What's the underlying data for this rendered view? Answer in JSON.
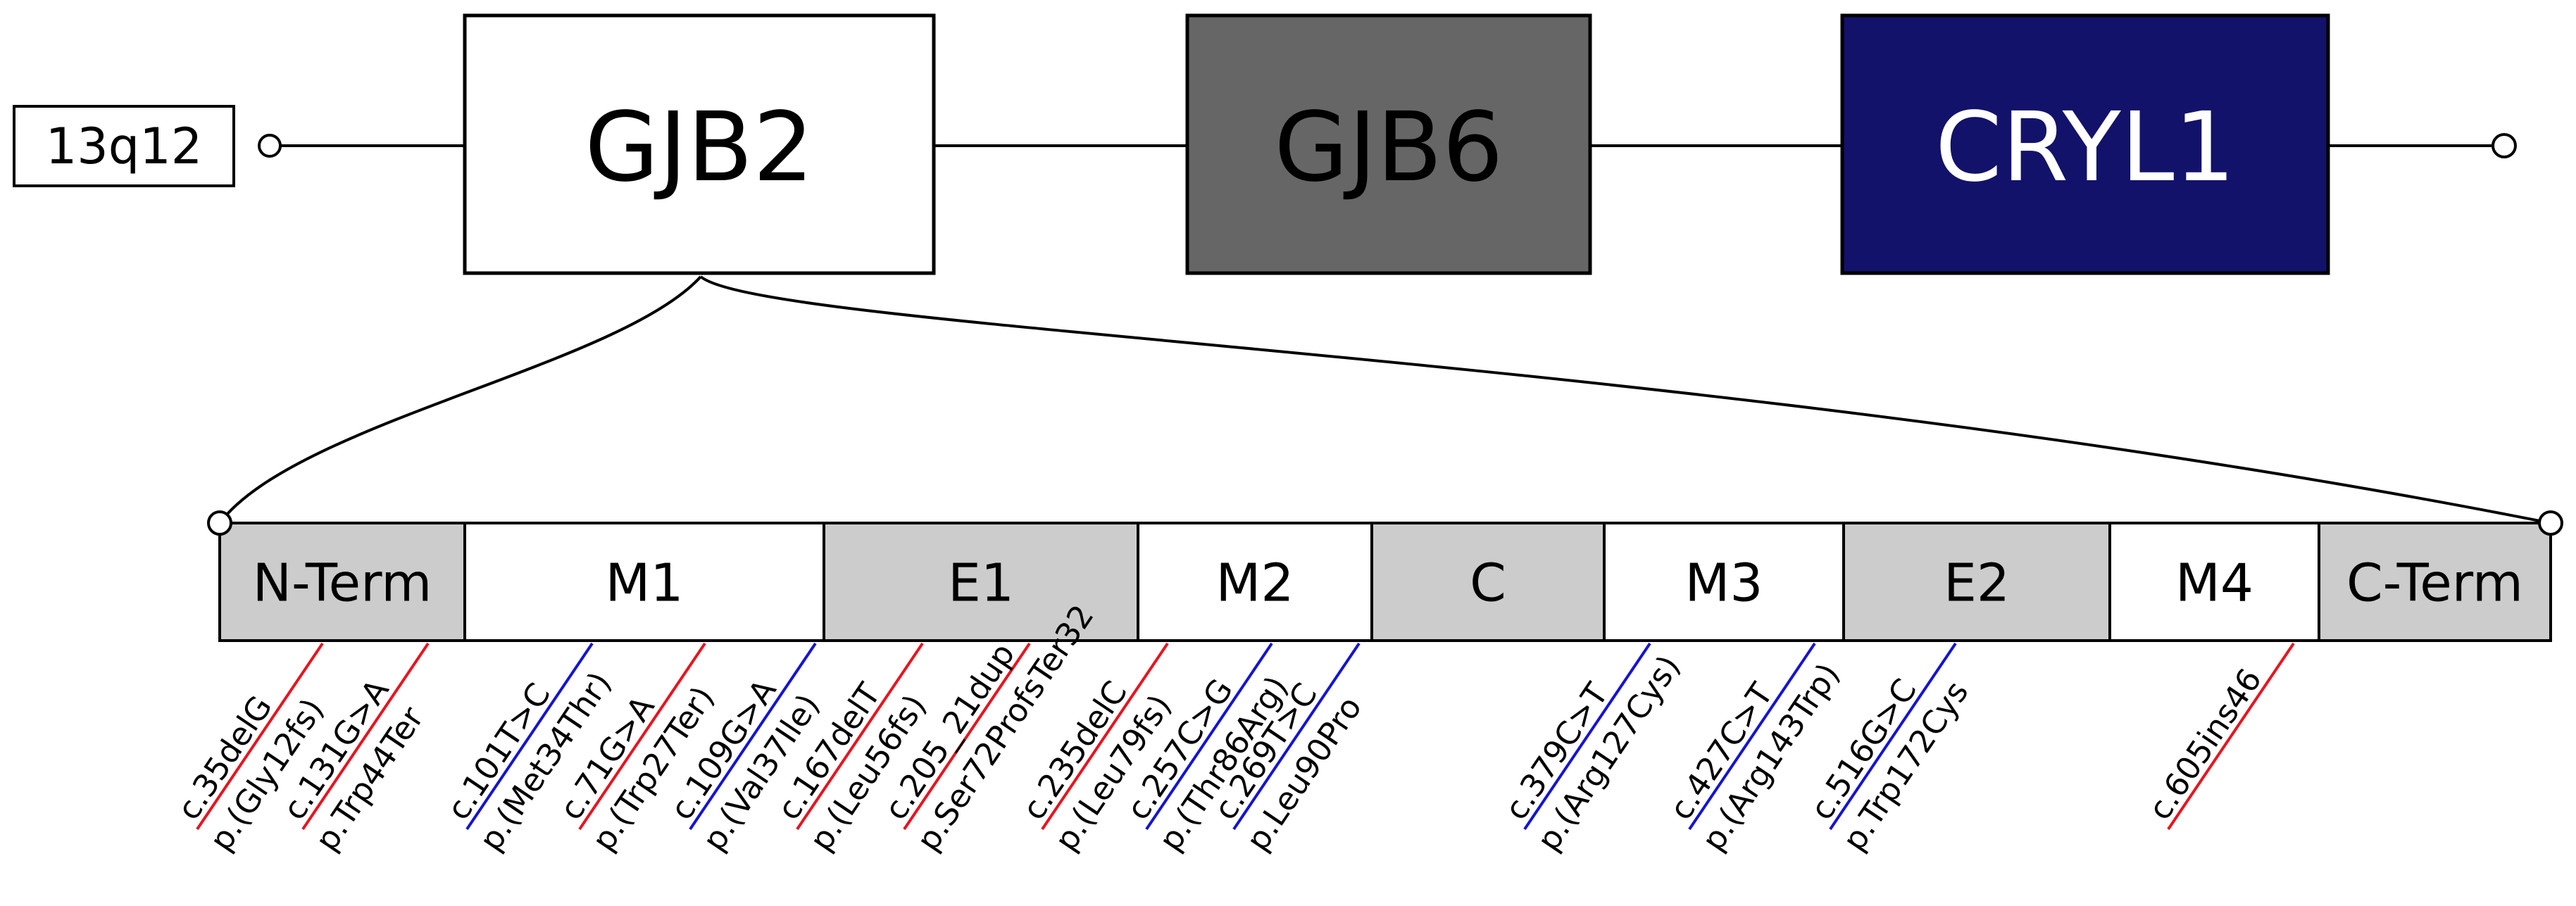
{
  "chromosome": {
    "locus": "13q12"
  },
  "genes": [
    {
      "name": "GJB2",
      "fill": "#ffffff",
      "text_color": "#000000"
    },
    {
      "name": "GJB6",
      "fill": "#666666",
      "text_color": "#000000"
    },
    {
      "name": "CRYL1",
      "fill": "#12126b",
      "text_color": "#ffffff"
    }
  ],
  "protein_domains": [
    {
      "name": "N-Term",
      "shaded": true
    },
    {
      "name": "M1",
      "shaded": false
    },
    {
      "name": "E1",
      "shaded": true
    },
    {
      "name": "M2",
      "shaded": false
    },
    {
      "name": "C",
      "shaded": true
    },
    {
      "name": "M3",
      "shaded": false
    },
    {
      "name": "E2",
      "shaded": true
    },
    {
      "name": "M4",
      "shaded": false
    },
    {
      "name": "C-Term",
      "shaded": true
    }
  ],
  "mutation_colors": {
    "red": "#e8141e",
    "blue": "#1414d2"
  },
  "mutations": [
    {
      "color": "red",
      "lines": [
        "c.35delG",
        "p.(Gly12fs)"
      ]
    },
    {
      "color": "red",
      "lines": [
        "c.131G>A",
        "p.Trp44Ter"
      ]
    },
    {
      "color": "blue",
      "lines": [
        "c.101T>C",
        "p.(Met34Thr)"
      ]
    },
    {
      "color": "red",
      "lines": [
        "c.71G>A",
        "p.(Trp27Ter)"
      ]
    },
    {
      "color": "blue",
      "lines": [
        "c.109G>A",
        "p.(Val37Ile)"
      ]
    },
    {
      "color": "red",
      "lines": [
        "c.167delT",
        "p.(Leu56fs)"
      ]
    },
    {
      "color": "red",
      "lines": [
        "c.205_21dup",
        "p.Ser72ProfsTer32"
      ]
    },
    {
      "color": "red",
      "lines": [
        "c.235delC",
        "p.(Leu79fs)"
      ]
    },
    {
      "color": "blue",
      "lines": [
        "c.257C>G",
        "p.(Thr86Arg)"
      ]
    },
    {
      "color": "blue",
      "lines": [
        "c.269T>C",
        "p.Leu90Pro"
      ]
    },
    {
      "color": "blue",
      "lines": [
        "c.379C>T",
        "p.(Arg127Cys)"
      ]
    },
    {
      "color": "blue",
      "lines": [
        "c.427C>T",
        "p.(Arg143Trp)"
      ]
    },
    {
      "color": "blue",
      "lines": [
        "c.516G>C",
        "p.Trp172Cys"
      ]
    },
    {
      "color": "red",
      "lines": [
        "c.605ins46"
      ]
    }
  ]
}
